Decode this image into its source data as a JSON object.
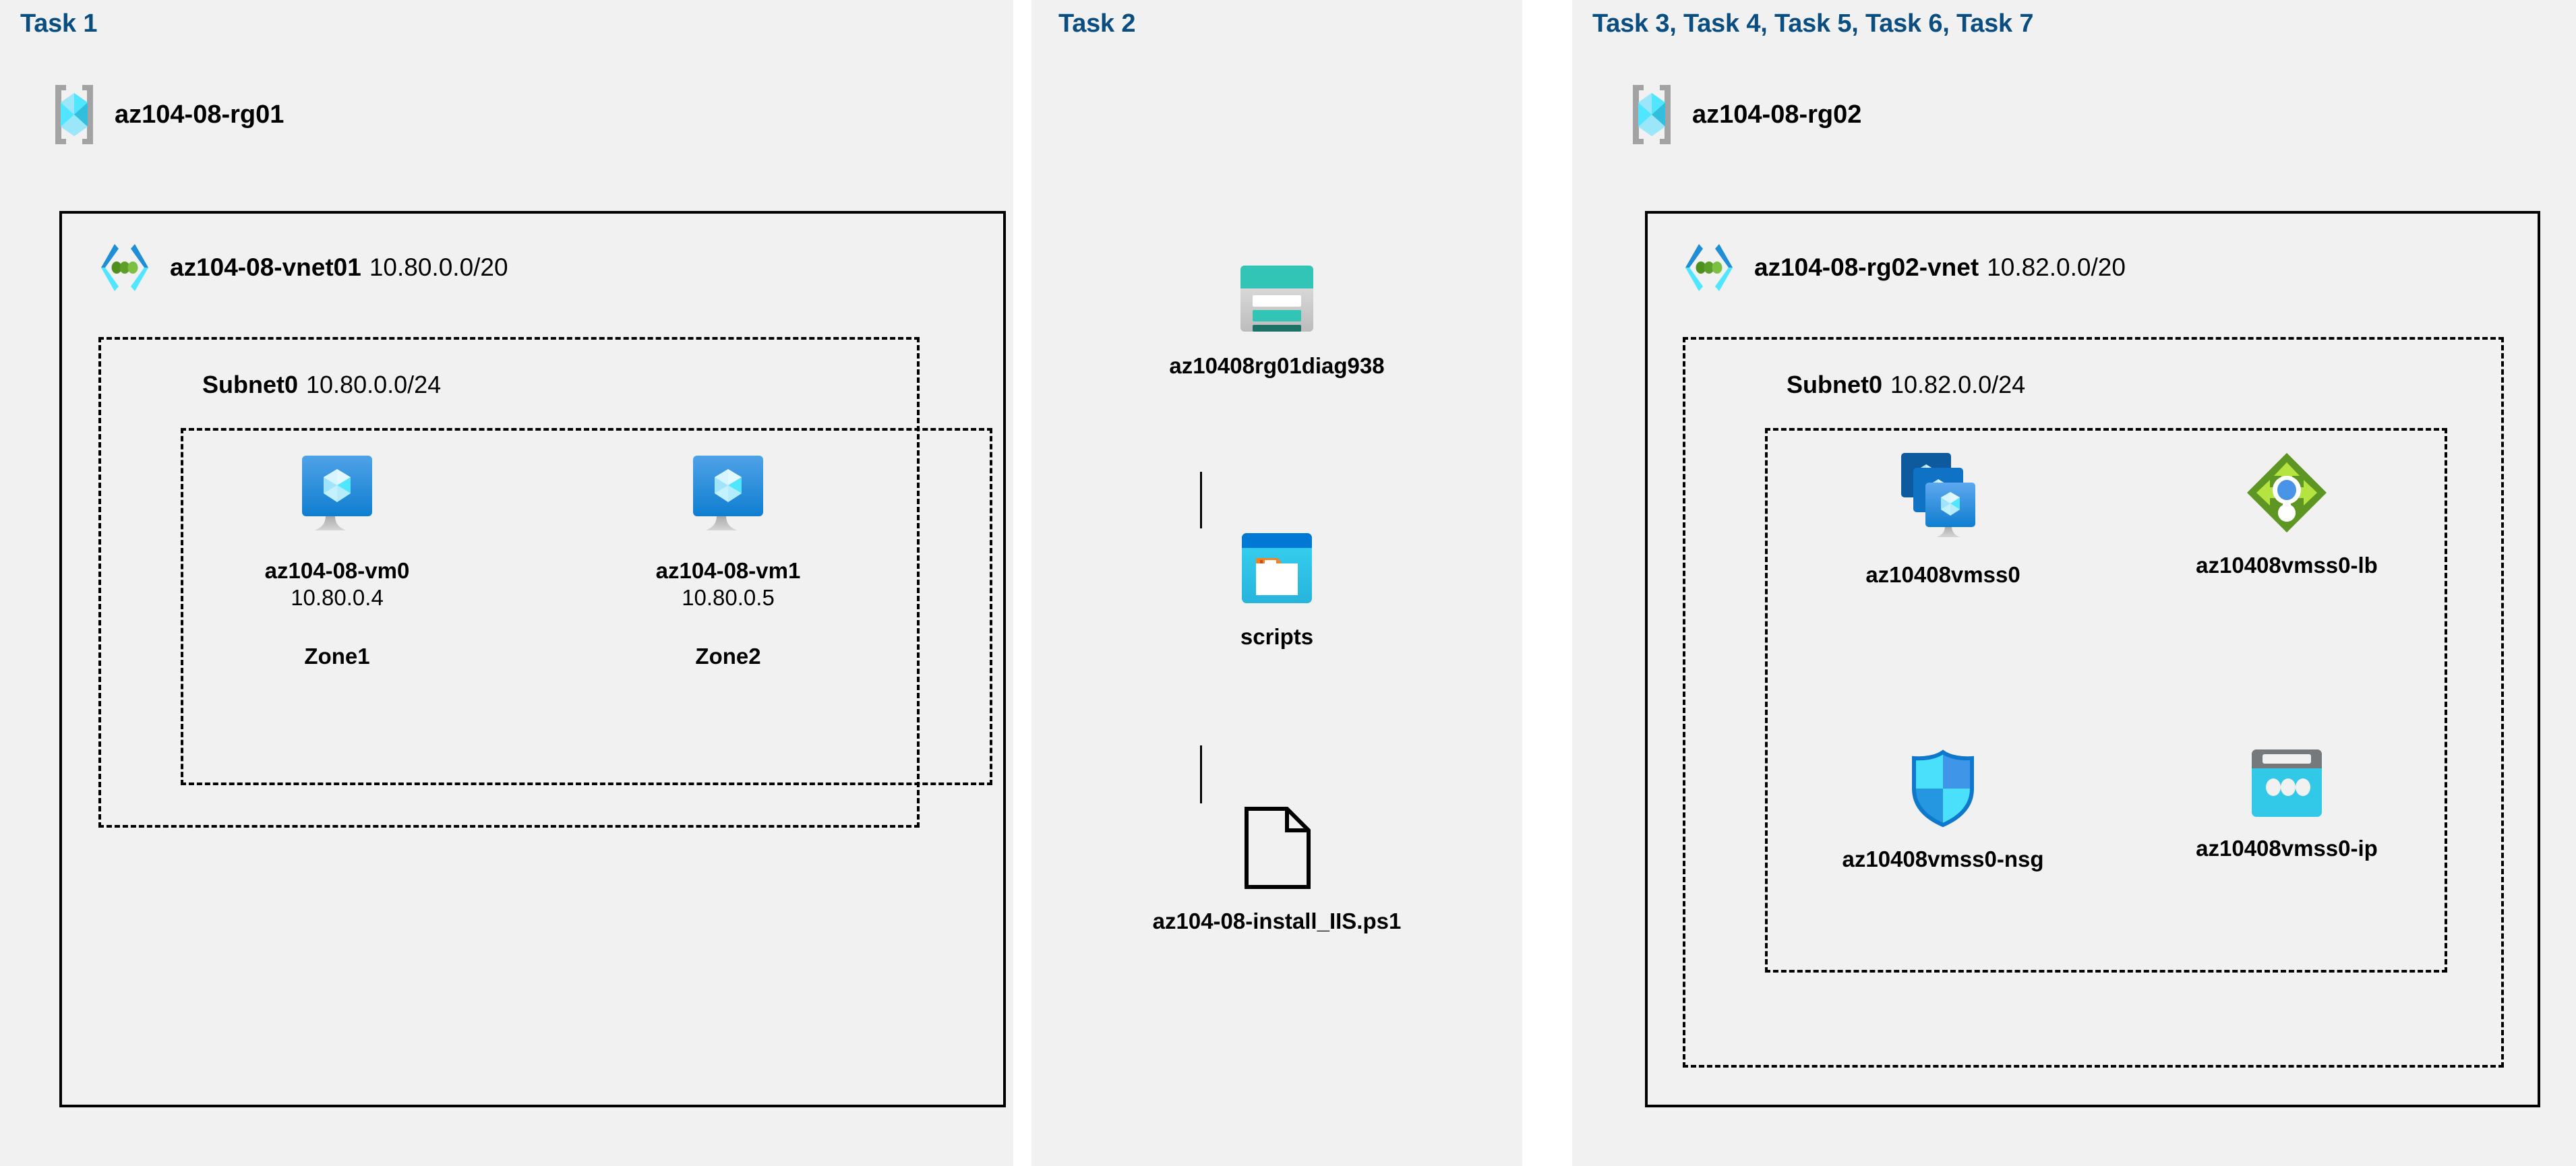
{
  "theme": {
    "panel_bg": "#f1f1f1",
    "page_bg": "#ffffff",
    "task_label_color": "#0a4d80",
    "border_color": "#000000",
    "azure_blue": "#0078d4",
    "cyan": "#32bedd",
    "green": "#5e9624",
    "teal": "#32c4b4"
  },
  "panels": {
    "task1": {
      "label": "Task 1",
      "resource_group": {
        "name": "az104-08-rg01",
        "icon": "resource-group-icon"
      },
      "vnet": {
        "name": "az104-08-vnet01",
        "cidr": "10.80.0.0/20",
        "icon": "virtual-network-icon"
      },
      "subnet": {
        "name": "Subnet0",
        "cidr": "10.80.0.0/24"
      },
      "vms": [
        {
          "name": "az104-08-vm0",
          "ip": "10.80.0.4",
          "zone": "Zone1",
          "icon": "virtual-machine-icon"
        },
        {
          "name": "az104-08-vm1",
          "ip": "10.80.0.5",
          "zone": "Zone2",
          "icon": "virtual-machine-icon"
        }
      ]
    },
    "task2": {
      "label": "Task 2",
      "nodes": [
        {
          "name": "az10408rg01diag938",
          "icon": "storage-account-icon"
        },
        {
          "name": "scripts",
          "icon": "blob-container-icon"
        },
        {
          "name": "az104-08-install_IIS.ps1",
          "icon": "file-icon"
        }
      ]
    },
    "task3": {
      "label": "Task 3, Task 4, Task 5, Task 6, Task 7",
      "resource_group": {
        "name": "az104-08-rg02",
        "icon": "resource-group-icon"
      },
      "vnet": {
        "name": "az104-08-rg02-vnet",
        "cidr": "10.82.0.0/20",
        "icon": "virtual-network-icon"
      },
      "subnet": {
        "name": "Subnet0",
        "cidr": "10.82.0.0/24"
      },
      "resources": [
        {
          "name": "az10408vmss0",
          "icon": "vm-scale-set-icon"
        },
        {
          "name": "az10408vmss0-lb",
          "icon": "load-balancer-icon"
        },
        {
          "name": "az10408vmss0-nsg",
          "icon": "network-security-group-icon"
        },
        {
          "name": "az10408vmss0-ip",
          "icon": "public-ip-address-icon"
        }
      ]
    }
  }
}
